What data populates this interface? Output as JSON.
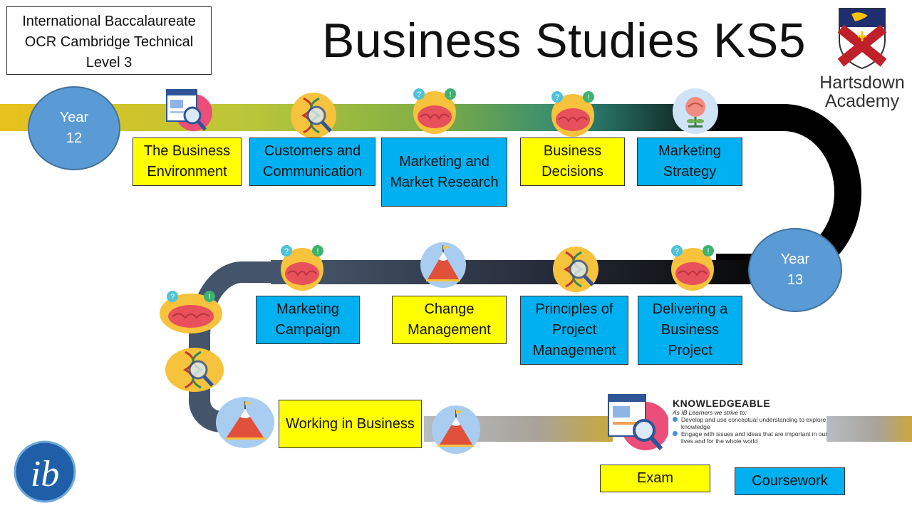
{
  "header": {
    "qualification_lines": [
      "International Baccalaureate",
      "OCR Cambridge Technical",
      "Level 3"
    ],
    "title": "Business Studies KS5"
  },
  "school": {
    "name_line1": "Hartsdown",
    "name_line2": "Academy"
  },
  "years": {
    "year12": {
      "line1": "Year",
      "line2": "12"
    },
    "year13": {
      "line1": "Year",
      "line2": "13"
    }
  },
  "topics": [
    {
      "label": "The Business Environment",
      "color": "yellow",
      "icon": "magnifier-document-icon"
    },
    {
      "label": "Customers and Communication",
      "color": "blue",
      "icon": "dna-magnifier-icon"
    },
    {
      "label": "Marketing and Market Research",
      "color": "blue",
      "icon": "brain-question-icon"
    },
    {
      "label": "Business Decisions",
      "color": "yellow",
      "icon": "brain-question-icon"
    },
    {
      "label": "Marketing Strategy",
      "color": "blue",
      "icon": "brain-plant-icon"
    },
    {
      "label": "Delivering a Business Project",
      "color": "blue",
      "icon": "brain-question-icon"
    },
    {
      "label": "Principles of Project Management",
      "color": "blue",
      "icon": "dna-magnifier-icon"
    },
    {
      "label": "Change Management",
      "color": "yellow",
      "icon": "mountain-flag-icon"
    },
    {
      "label": "Marketing Campaign",
      "color": "blue",
      "icon": "brain-question-icon"
    },
    {
      "label": "Working in Business",
      "color": "yellow",
      "icon": "mountain-flag-icon"
    }
  ],
  "learner_profile": {
    "title": "KNOWLEDGEABLE",
    "subtitle": "As IB Learners we strive to:",
    "items": [
      "Develop and use conceptual understanding to explore knowledge",
      "Engage with issues and ideas that are important in our lives and for the whole world"
    ]
  },
  "legend": {
    "exam": "Exam",
    "coursework": "Coursework"
  },
  "logo": {
    "ib_text": "ib"
  },
  "colors": {
    "yellow": "#ffff00",
    "blue": "#00b0f0",
    "year_circle": "#5b9bd5"
  }
}
